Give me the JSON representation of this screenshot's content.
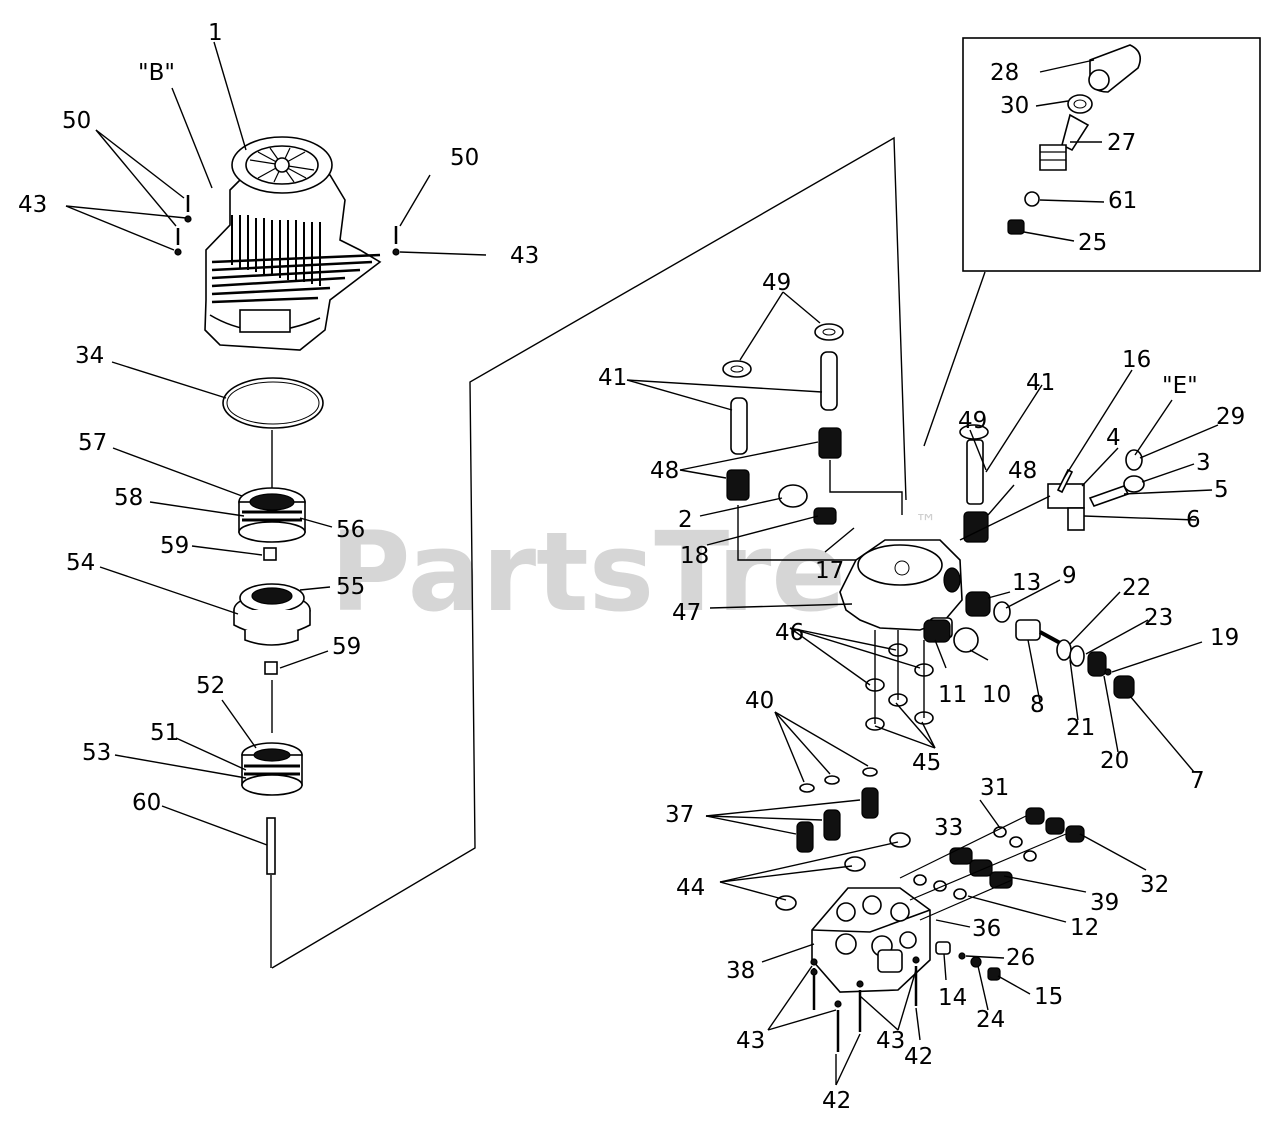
{
  "watermark": {
    "text": "PartsTree",
    "tm": "™"
  },
  "callouts": [
    {
      "text": "1"
    },
    {
      "text": "\"B\""
    },
    {
      "text": "50"
    },
    {
      "text": "43"
    },
    {
      "text": "50"
    },
    {
      "text": "43"
    },
    {
      "text": "34"
    },
    {
      "text": "57"
    },
    {
      "text": "58"
    },
    {
      "text": "56"
    },
    {
      "text": "59"
    },
    {
      "text": "54"
    },
    {
      "text": "55"
    },
    {
      "text": "59"
    },
    {
      "text": "52"
    },
    {
      "text": "51"
    },
    {
      "text": "53"
    },
    {
      "text": "60"
    },
    {
      "text": "28"
    },
    {
      "text": "30"
    },
    {
      "text": "27"
    },
    {
      "text": "61"
    },
    {
      "text": "25"
    },
    {
      "text": "49"
    },
    {
      "text": "41"
    },
    {
      "text": "48"
    },
    {
      "text": "2"
    },
    {
      "text": "18"
    },
    {
      "text": "17"
    },
    {
      "text": "47"
    },
    {
      "text": "46"
    },
    {
      "text": "11"
    },
    {
      "text": "10"
    },
    {
      "text": "45"
    },
    {
      "text": "49"
    },
    {
      "text": "41"
    },
    {
      "text": "48"
    },
    {
      "text": "16"
    },
    {
      "text": "\"E\""
    },
    {
      "text": "29"
    },
    {
      "text": "4"
    },
    {
      "text": "3"
    },
    {
      "text": "5"
    },
    {
      "text": "6"
    },
    {
      "text": "13"
    },
    {
      "text": "9"
    },
    {
      "text": "22"
    },
    {
      "text": "23"
    },
    {
      "text": "19"
    },
    {
      "text": "8"
    },
    {
      "text": "21"
    },
    {
      "text": "20"
    },
    {
      "text": "7"
    },
    {
      "text": "40"
    },
    {
      "text": "37"
    },
    {
      "text": "31"
    },
    {
      "text": "33"
    },
    {
      "text": "44"
    },
    {
      "text": "32"
    },
    {
      "text": "39"
    },
    {
      "text": "12"
    },
    {
      "text": "36"
    },
    {
      "text": "26"
    },
    {
      "text": "38"
    },
    {
      "text": "14"
    },
    {
      "text": "15"
    },
    {
      "text": "24"
    },
    {
      "text": "43"
    },
    {
      "text": "43"
    },
    {
      "text": "42"
    },
    {
      "text": "42"
    }
  ]
}
